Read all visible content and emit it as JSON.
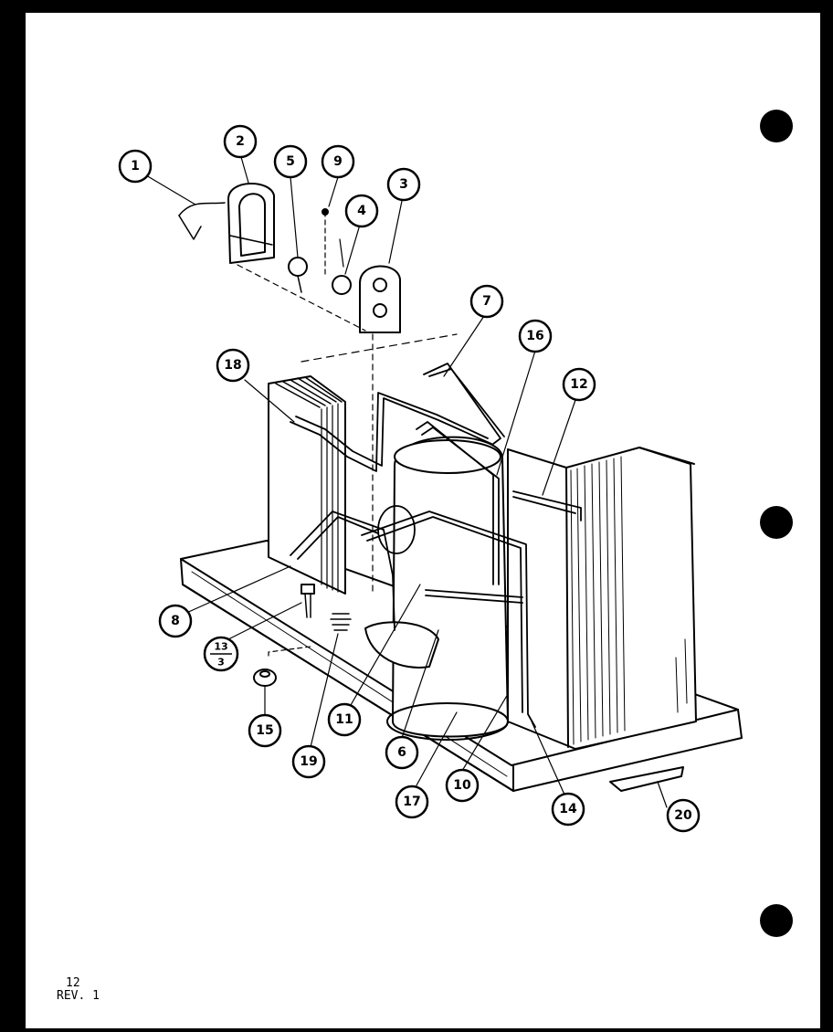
{
  "callouts": [
    "1",
    "2",
    "3",
    "4",
    "5",
    "6",
    "7",
    "8",
    "9",
    "10",
    "11",
    "12",
    "14",
    "15",
    "16",
    "17",
    "18",
    "19",
    "20"
  ],
  "fraction_callout": {
    "numerator": "13",
    "denominator": "3"
  },
  "footer": {
    "page": "12",
    "revision": "REV. 1"
  }
}
